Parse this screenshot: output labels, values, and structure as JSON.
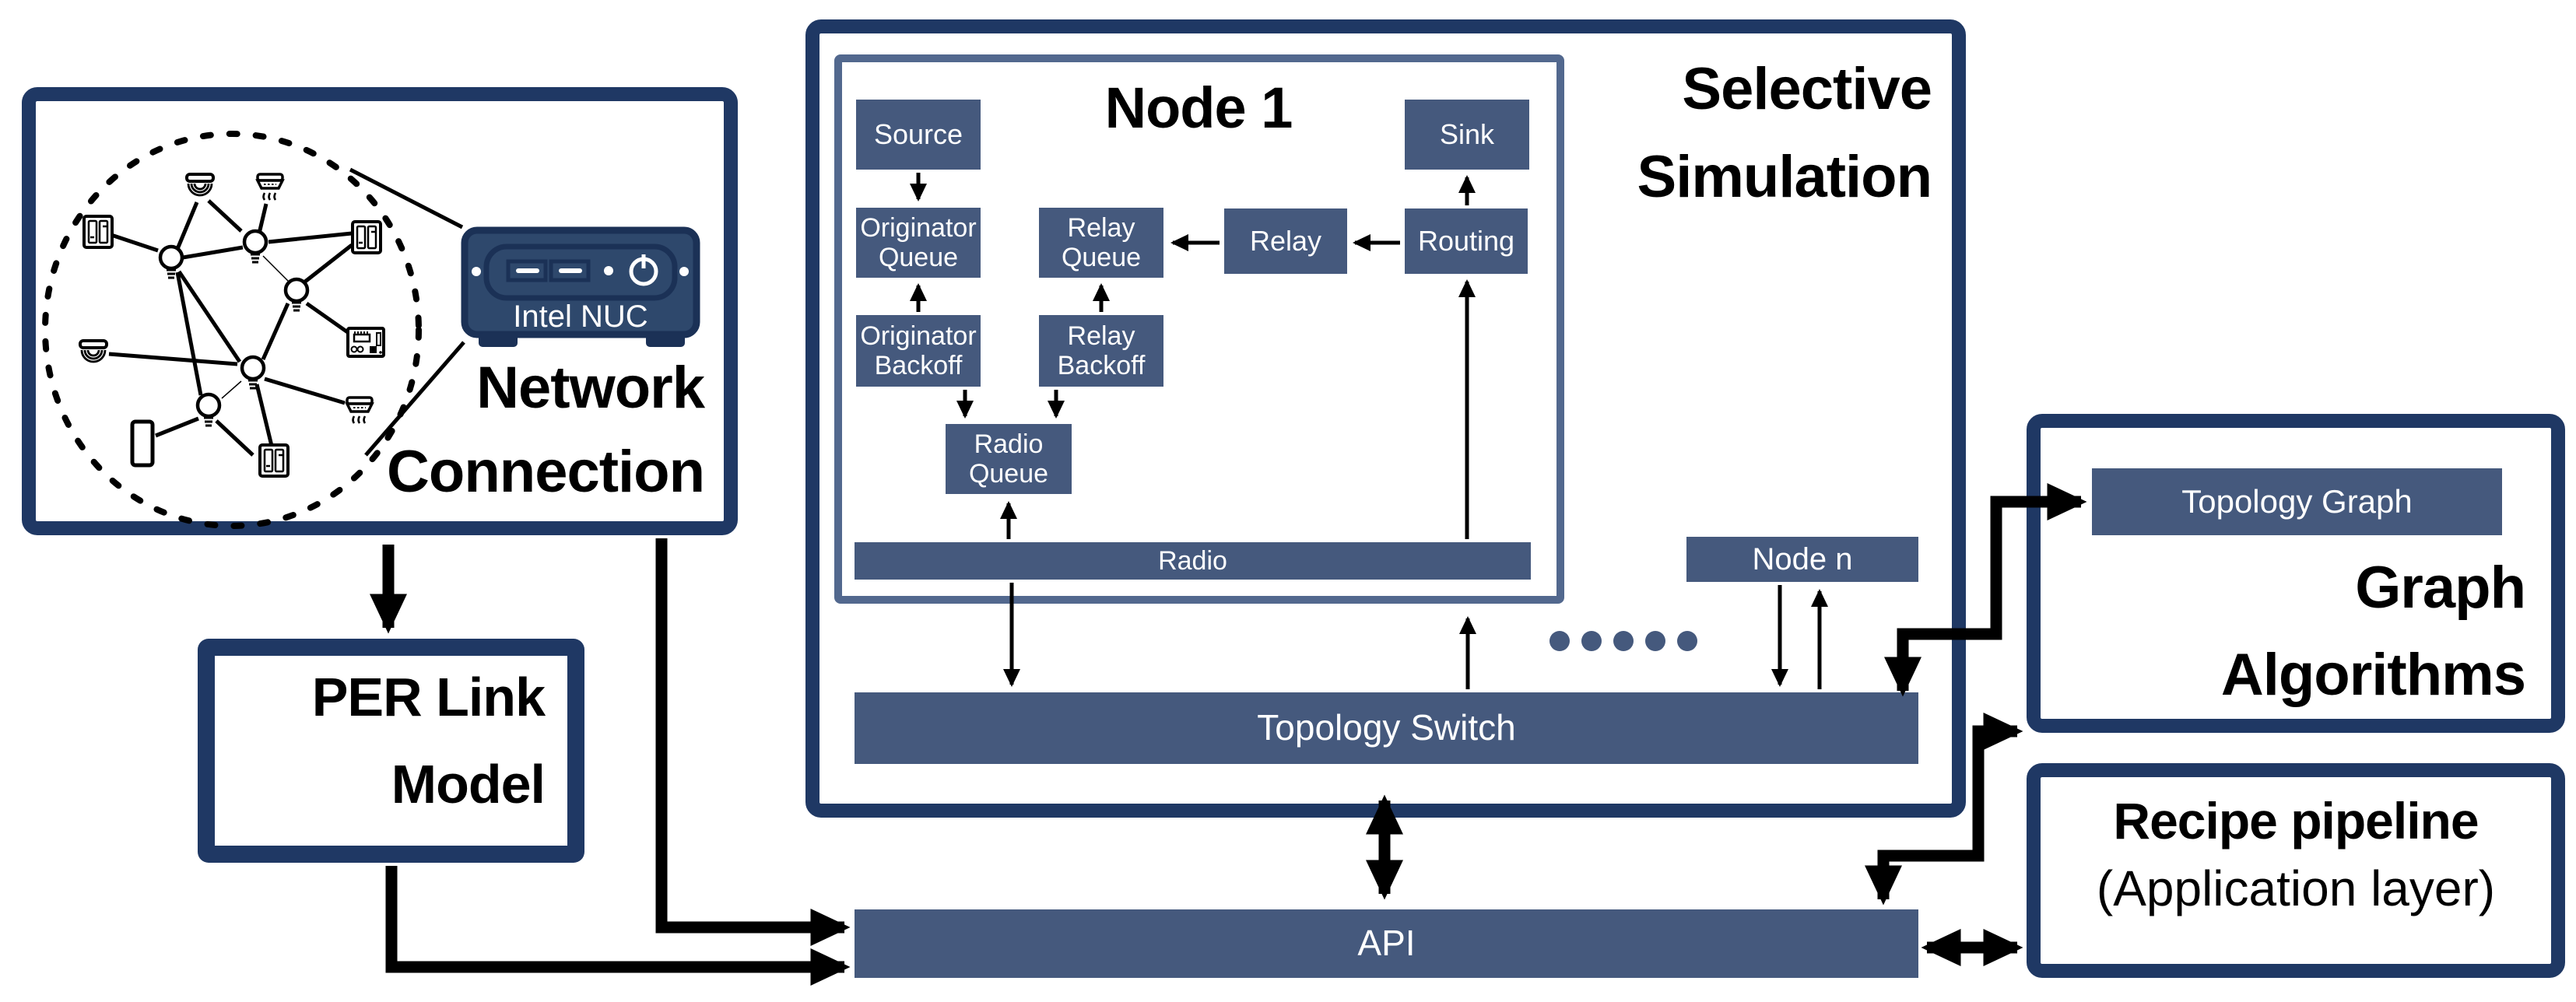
{
  "network_connection": {
    "title_line1": "Network",
    "title_line2": "Connection",
    "device_label": "Intel NUC"
  },
  "per_link_model": {
    "line1": "PER Link",
    "line2": "Model"
  },
  "selective_simulation": {
    "title_line1": "Selective",
    "title_line2": "Simulation"
  },
  "node1": {
    "title": "Node 1",
    "source": "Source",
    "sink": "Sink",
    "originator_queue": "Originator Queue",
    "relay_queue": "Relay Queue",
    "relay": "Relay",
    "routing": "Routing",
    "originator_backoff": "Originator Backoff",
    "relay_backoff": "Relay Backoff",
    "radio_queue": "Radio Queue",
    "radio": "Radio"
  },
  "node_n": "Node n",
  "topology_switch": "Topology Switch",
  "api": "API",
  "graph_algorithms": {
    "topology_graph": "Topology Graph",
    "title_line1": "Graph",
    "title_line2": "Algorithms"
  },
  "recipe_pipeline": {
    "line1": "Recipe pipeline",
    "line2": "(Application layer)"
  },
  "colors": {
    "border_navy": "#1F3864",
    "block_fill": "#45597D",
    "node_inner_border": "#52688E",
    "nuc_fill": "#2E486C",
    "nuc_border": "#1B3156"
  }
}
